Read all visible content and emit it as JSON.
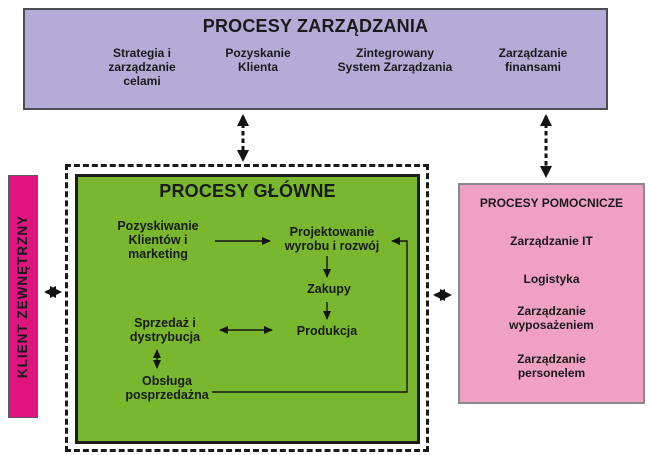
{
  "colors": {
    "management_bg": "#b4abd6",
    "main_bg": "#78b72e",
    "client_bg": "#e0147f",
    "support_bg": "#f0a1c2",
    "arrow": "#141414",
    "text": "#1a1a1a"
  },
  "management": {
    "title": "PROCESY ZARZĄDZANIA",
    "items": [
      "Strategia i\nzarządzanie\ncelami",
      "Pozyskanie\nKlienta",
      "Zintegrowany\nSystem Zarządzania",
      "Zarządzanie\nfinansami"
    ]
  },
  "external_client": {
    "label": "KLIENT ZEWNĘTRZNY"
  },
  "main": {
    "title": "PROCESY GŁÓWNE",
    "nodes": [
      "Pozyskiwanie\nKlientów i\nmarketing",
      "Projektowanie\nwyrobu i rozwój",
      "Zakupy",
      "Produkcja",
      "Sprzedaż i\ndystrybucja",
      "Obsługa\nposprzedażna"
    ]
  },
  "support": {
    "title": "PROCESY POMOCNICZE",
    "items": [
      "Zarządzanie IT",
      "Logistyka",
      "Zarządzanie\nwyposażeniem",
      "Zarządzanie\npersonelem"
    ]
  }
}
